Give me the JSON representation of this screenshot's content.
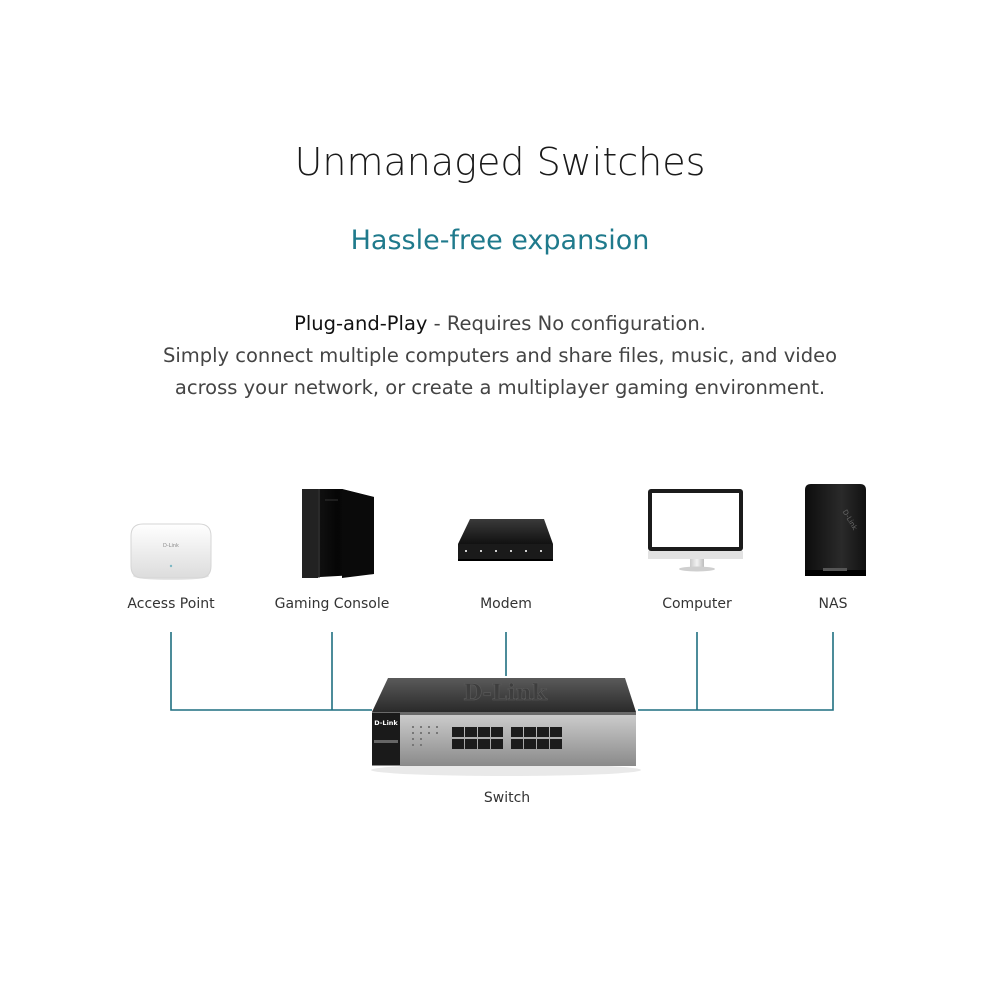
{
  "header": {
    "title": "Unmanaged Switches",
    "subtitle": "Hassle-free expansion"
  },
  "description": {
    "lead": "Plug-and-Play",
    "lead_rest": " - Requires No configuration.",
    "line2": "Simply connect multiple computers and share files, music, and video",
    "line3": "across your network, or create a multiplayer gaming environment."
  },
  "devices": [
    {
      "id": "access-point",
      "label": "Access Point",
      "icon": "access-point-icon",
      "brand_mark": "D-Link"
    },
    {
      "id": "gaming-console",
      "label": "Gaming Console",
      "icon": "gaming-console-icon"
    },
    {
      "id": "modem",
      "label": "Modem",
      "icon": "modem-icon"
    },
    {
      "id": "computer",
      "label": "Computer",
      "icon": "monitor-icon"
    },
    {
      "id": "nas",
      "label": "NAS",
      "icon": "nas-icon",
      "brand_mark": "D-Link"
    }
  ],
  "switch": {
    "label": "Switch",
    "icon": "switch-icon",
    "brand_mark": "D-Link"
  },
  "colors": {
    "title": "#1a1a1a",
    "subtitle": "#1f7a8c",
    "connector": "#1f6f80",
    "text": "#333333"
  }
}
